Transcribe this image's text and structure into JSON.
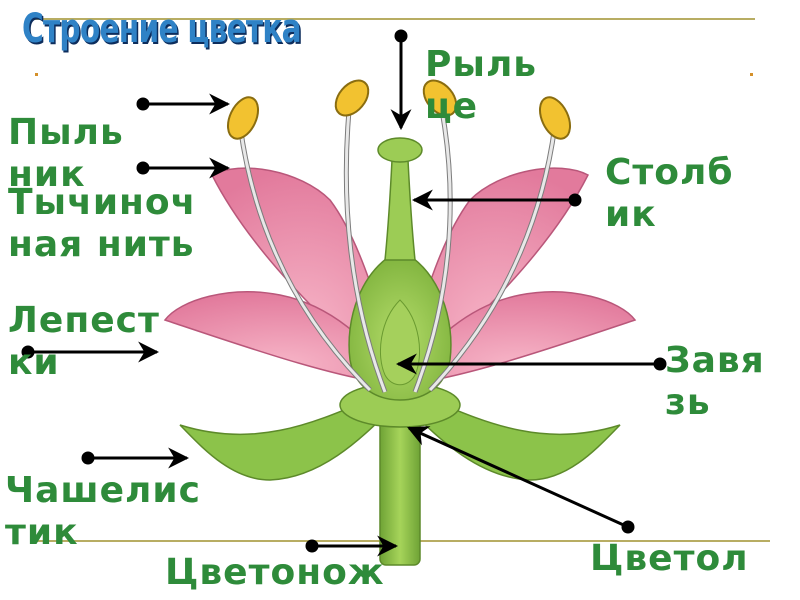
{
  "slide": {
    "title": "Строение цветка"
  },
  "labels": {
    "stigma": "Рыль\nце",
    "anther": "Пыль\nник",
    "filament": "Тычиноч\nная нить",
    "style": "Столб\nик",
    "petals": "Лепест\nки",
    "ovary": "Завя\nзь",
    "sepal": "Чашелис\nтик",
    "receptacle": "Цветол",
    "pedicel": "Цветонож"
  },
  "colors": {
    "title": "#2f82c6",
    "label": "#2e8b3a",
    "petal": "#e98aa8",
    "stem": "#8cc34a",
    "anther": "#f2c230",
    "rule": "#b8ad63"
  }
}
